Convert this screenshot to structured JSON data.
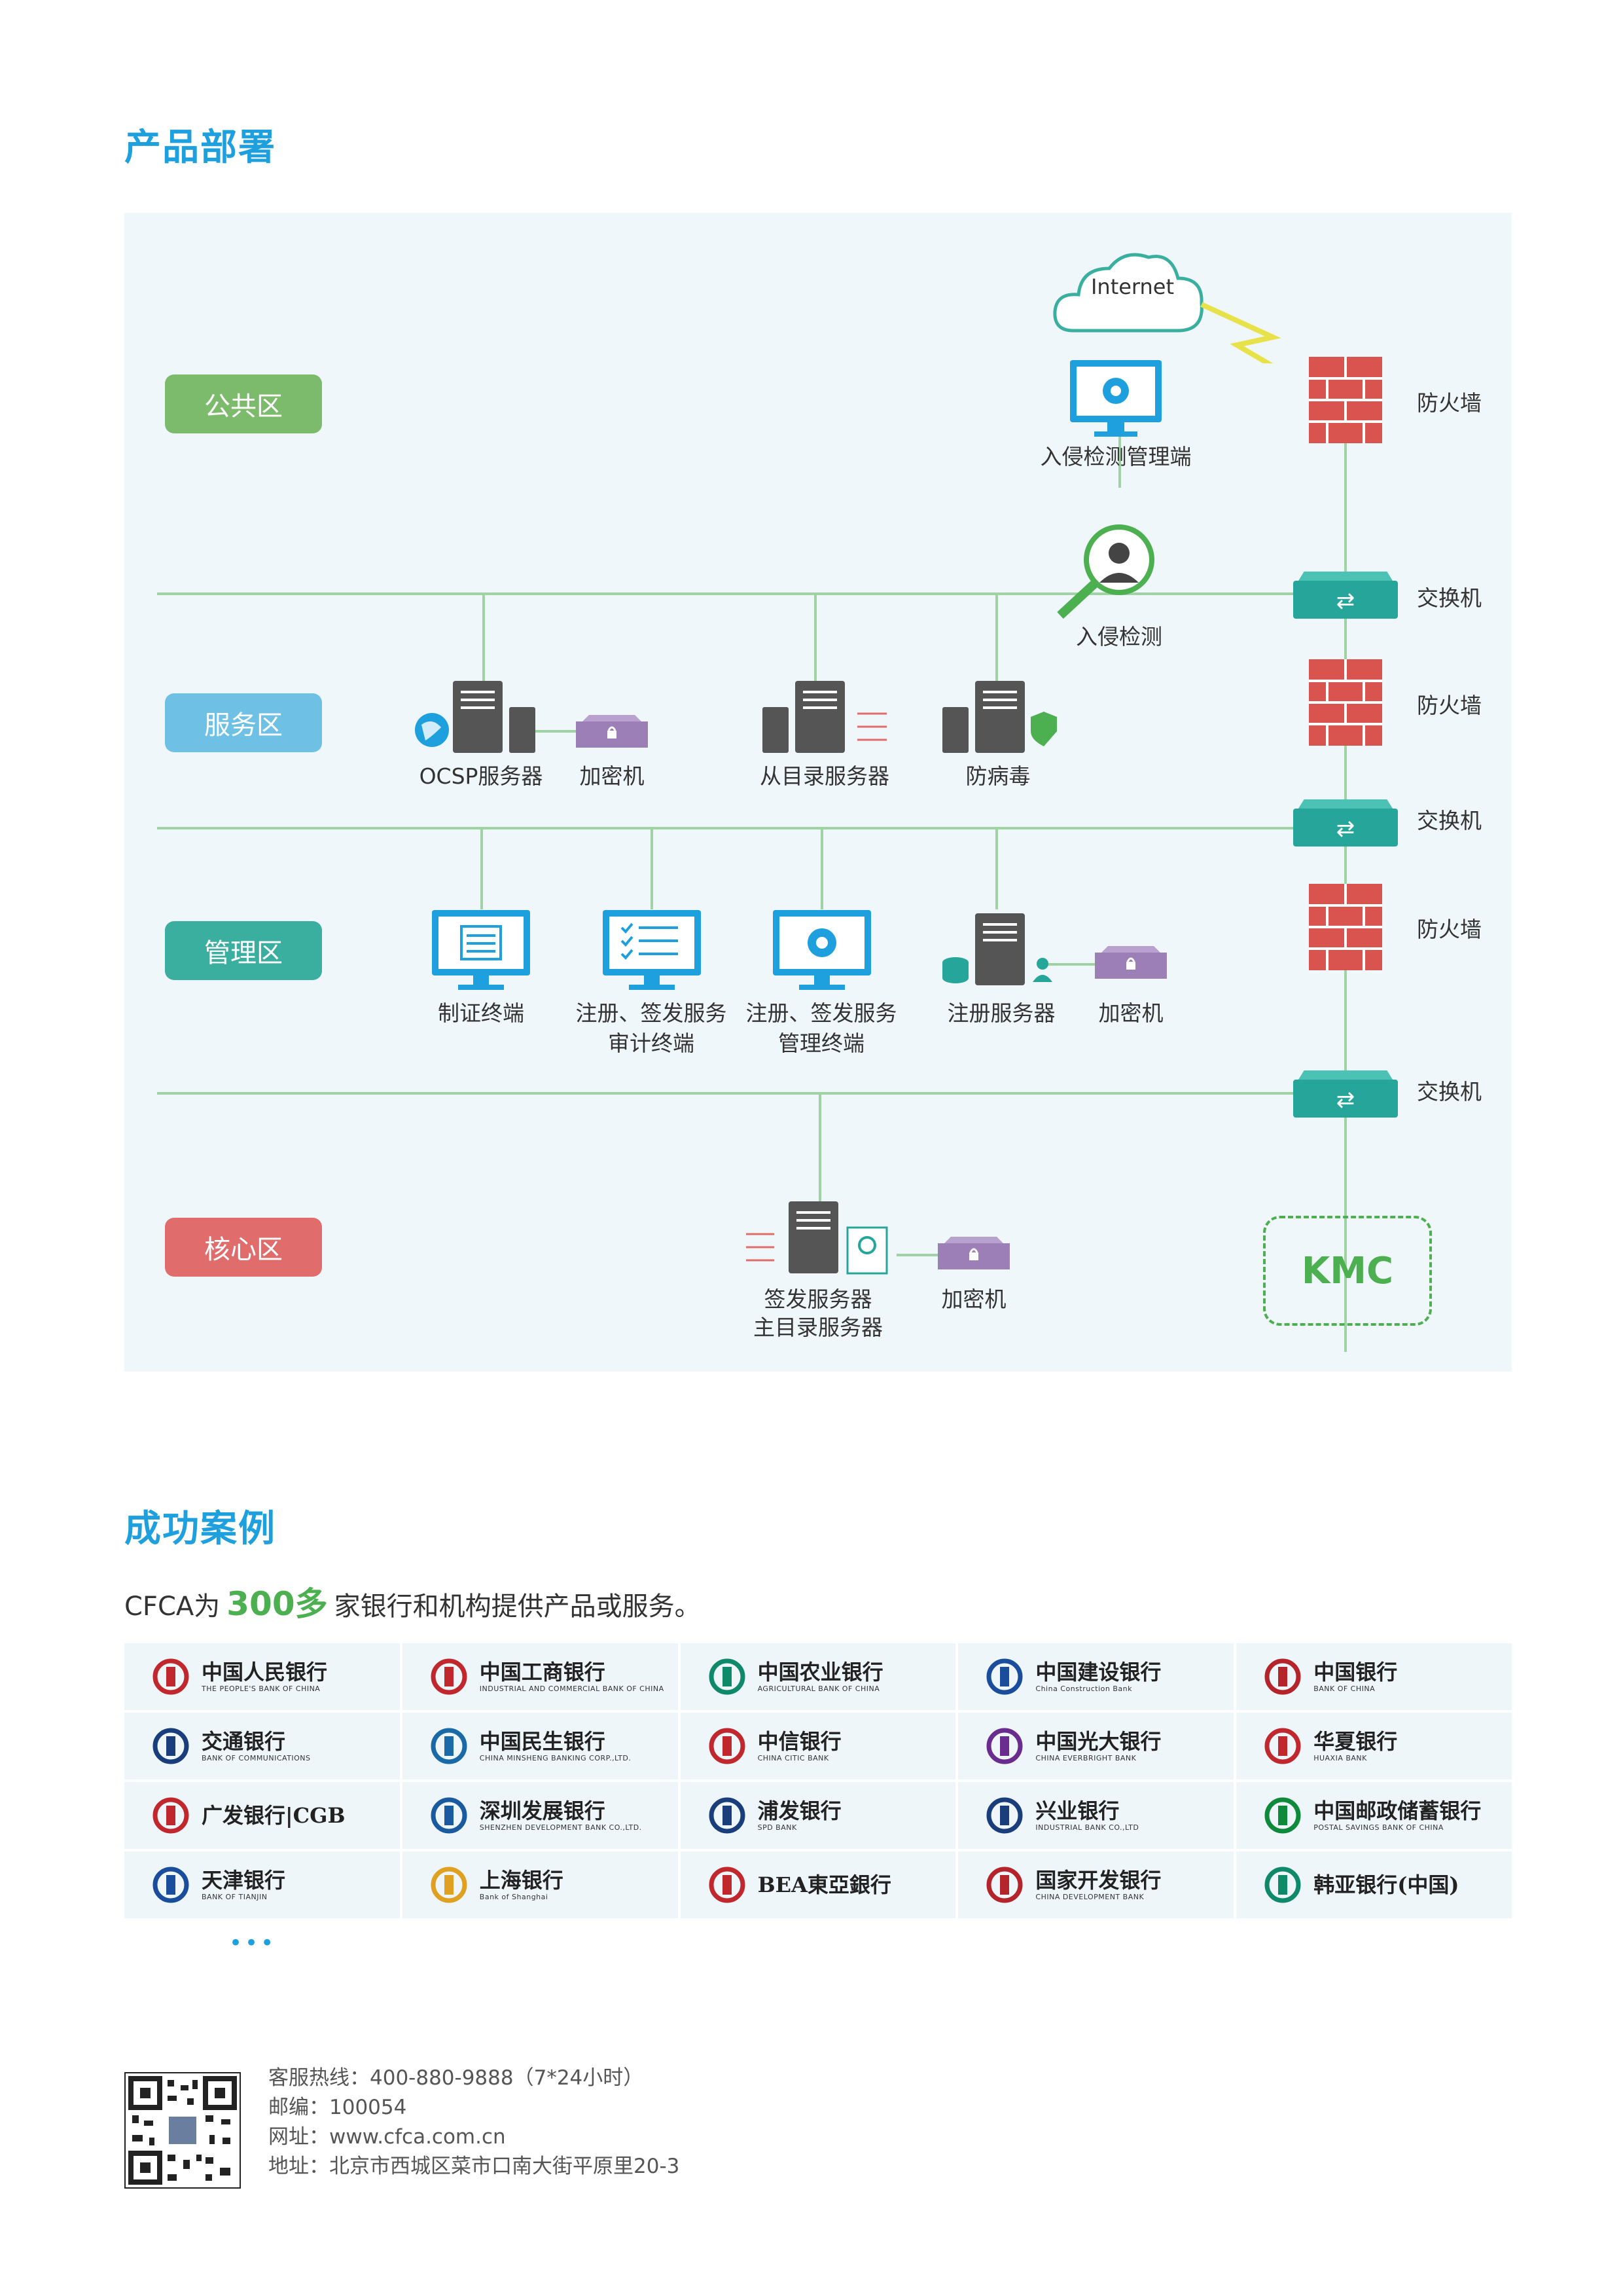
{
  "sections": {
    "deployment_title": "产品部署",
    "cases_title": "成功案例"
  },
  "diagram": {
    "internet": "Internet",
    "zones": {
      "public": "公共区",
      "service": "服务区",
      "management": "管理区",
      "core": "核心区"
    },
    "colors": {
      "public": "#7cbb6b",
      "service": "#6ec1e4",
      "management": "#3aafa0",
      "core": "#e06c6c",
      "line": "#9fd3a3",
      "firewall": "#d9534f",
      "switch": "#26a69a",
      "monitor": "#1ea0de",
      "server": "#555555",
      "hsm": "#9b7fb6"
    },
    "right_labels": {
      "firewall_1": "防火墙",
      "switch_1": "交换机",
      "firewall_2": "防火墙",
      "switch_2": "交换机",
      "firewall_3": "防火墙",
      "switch_3": "交换机"
    },
    "nodes": {
      "ids_console": "入侵检测管理端",
      "ids": "入侵检测",
      "ocsp": "OCSP服务器",
      "hsm_1": "加密机",
      "directory": "从目录服务器",
      "antivirus": "防病毒",
      "cert_terminal": "制证终端",
      "audit_terminal_1": "注册、签发服务",
      "audit_terminal_2": "审计终端",
      "mgmt_terminal_1": "注册、签发服务",
      "mgmt_terminal_2": "管理终端",
      "reg_server": "注册服务器",
      "hsm_2": "加密机",
      "sign_server_1": "签发服务器",
      "sign_server_2": "主目录服务器",
      "hsm_3": "加密机",
      "kmc": "KMC"
    }
  },
  "cases": {
    "intro_prefix": "CFCA为",
    "intro_count": "300多",
    "intro_suffix": "家银行和机构提供产品或服务。",
    "more": "•••",
    "banks": [
      {
        "cn": "中国人民银行",
        "en": "THE PEOPLE'S BANK OF CHINA",
        "color": "#c0282d"
      },
      {
        "cn": "中国工商银行",
        "en": "INDUSTRIAL AND COMMERCIAL BANK OF CHINA",
        "color": "#c0282d"
      },
      {
        "cn": "中国农业银行",
        "en": "AGRICULTURAL BANK OF CHINA",
        "color": "#0e8a6a"
      },
      {
        "cn": "中国建设银行",
        "en": "China Construction Bank",
        "color": "#1a4e9c"
      },
      {
        "cn": "中国银行",
        "en": "BANK OF CHINA",
        "color": "#b5242a"
      },
      {
        "cn": "交通银行",
        "en": "BANK OF COMMUNICATIONS",
        "color": "#1a3e7c"
      },
      {
        "cn": "中国民生银行",
        "en": "CHINA MINSHENG BANKING CORP.,LTD.",
        "color": "#1a6aa8"
      },
      {
        "cn": "中信银行",
        "en": "CHINA CITIC BANK",
        "color": "#c0282d"
      },
      {
        "cn": "中国光大银行",
        "en": "CHINA EVERBRIGHT BANK",
        "color": "#6a2c8e"
      },
      {
        "cn": "华夏银行",
        "en": "HUAXIA BANK",
        "color": "#c0282d"
      },
      {
        "cn": "广发银行|CGB",
        "en": "",
        "color": "#c0282d"
      },
      {
        "cn": "深圳发展银行",
        "en": "SHENZHEN DEVELOPMENT BANK CO.,LTD.",
        "color": "#1a5aa0"
      },
      {
        "cn": "浦发银行",
        "en": "SPD BANK",
        "color": "#1a3e7c"
      },
      {
        "cn": "兴业银行",
        "en": "INDUSTRIAL BANK CO.,LTD",
        "color": "#1a3e7c"
      },
      {
        "cn": "中国邮政储蓄银行",
        "en": "POSTAL SAVINGS BANK OF CHINA",
        "color": "#0e8a3a"
      },
      {
        "cn": "天津银行",
        "en": "BANK OF TIANJIN",
        "color": "#1a4e9c"
      },
      {
        "cn": "上海银行",
        "en": "Bank of Shanghai",
        "color": "#e0a020"
      },
      {
        "cn": "BEA東亞銀行",
        "en": "",
        "color": "#c0282d"
      },
      {
        "cn": "国家开发银行",
        "en": "CHINA DEVELOPMENT BANK",
        "color": "#b5242a"
      },
      {
        "cn": "韩亚银行(中国)",
        "en": "",
        "color": "#0e8a6a"
      }
    ]
  },
  "footer": {
    "hotline": "客服热线：400-880-9888（7*24小时）",
    "postcode": "邮编：100054",
    "website": "网址：www.cfca.com.cn",
    "address": "地址：北京市西城区菜市口南大街平原里20-3"
  }
}
